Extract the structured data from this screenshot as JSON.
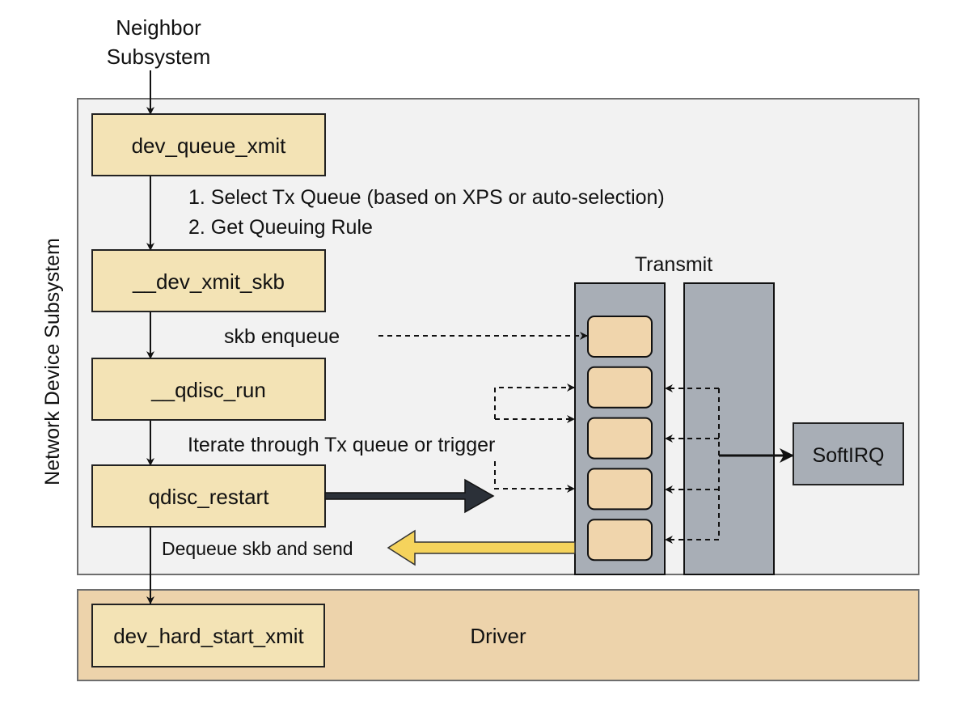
{
  "diagram": {
    "external_source": {
      "line1": "Neighbor",
      "line2": "Subsystem"
    },
    "subsystem_label": "Network Device Subsystem",
    "functions": {
      "dev_queue_xmit": "dev_queue_xmit",
      "dev_xmit_skb": "__dev_xmit_skb",
      "qdisc_run": "__qdisc_run",
      "qdisc_restart": "qdisc_restart",
      "dev_hard_start_xmit": "dev_hard_start_xmit"
    },
    "annotations": {
      "step1": "1. Select Tx Queue (based on XPS or auto-selection)",
      "step2": "2. Get Queuing Rule",
      "skb_enqueue": "skb enqueue",
      "iterate": "Iterate through Tx queue or trigger",
      "dequeue": "Dequeue skb and send"
    },
    "transmit_label": "Transmit",
    "softirq_label": "SoftIRQ",
    "driver_label": "Driver",
    "tx_queue_slot_count": 5,
    "colors": {
      "function_box": "#f3e3b5",
      "subsystem_bg": "#f2f2f2",
      "driver_bg": "#edd3ab",
      "queue_column": "#a8aeb6",
      "queue_slot": "#f0d5ac",
      "dark_arrow": "#2b3038",
      "yellow_arrow": "#f5d35c"
    }
  }
}
